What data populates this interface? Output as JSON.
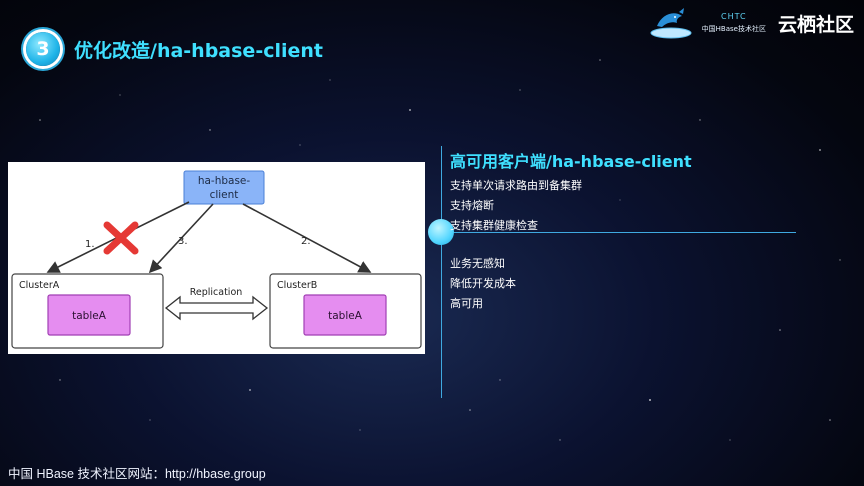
{
  "header": {
    "step_number": "3",
    "title": "优化改造/ha-hbase-client"
  },
  "logo": {
    "chtc_code": "CHTC",
    "chtc_sub": "中国HBase技术社区",
    "brand": "云栖社区",
    "accent_color": "#3fe0ff"
  },
  "diagram": {
    "client_label_line1": "ha-hbase-",
    "client_label_line2": "client",
    "arrows": [
      {
        "label": "1.",
        "status": "failed"
      },
      {
        "label": "3.",
        "status": "ok"
      },
      {
        "label": "2.",
        "status": "ok"
      }
    ],
    "cluster_a": {
      "name": "ClusterA",
      "table": "tableA"
    },
    "cluster_b": {
      "name": "ClusterB",
      "table": "tableA"
    },
    "replication_label": "Replication",
    "colors": {
      "client_fill": "#8ab4f8",
      "table_fill": "#e58df0",
      "cross": "#e53935"
    }
  },
  "features": {
    "heading": "高可用客户端/ha-hbase-client",
    "items": [
      "支持单次请求路由到备集群",
      "支持熔断",
      "支持集群健康检查"
    ],
    "benefits": [
      "业务无感知",
      "降低开发成本",
      "高可用"
    ]
  },
  "footer": {
    "text": "中国 HBase 技术社区网站：http://hbase.group"
  }
}
